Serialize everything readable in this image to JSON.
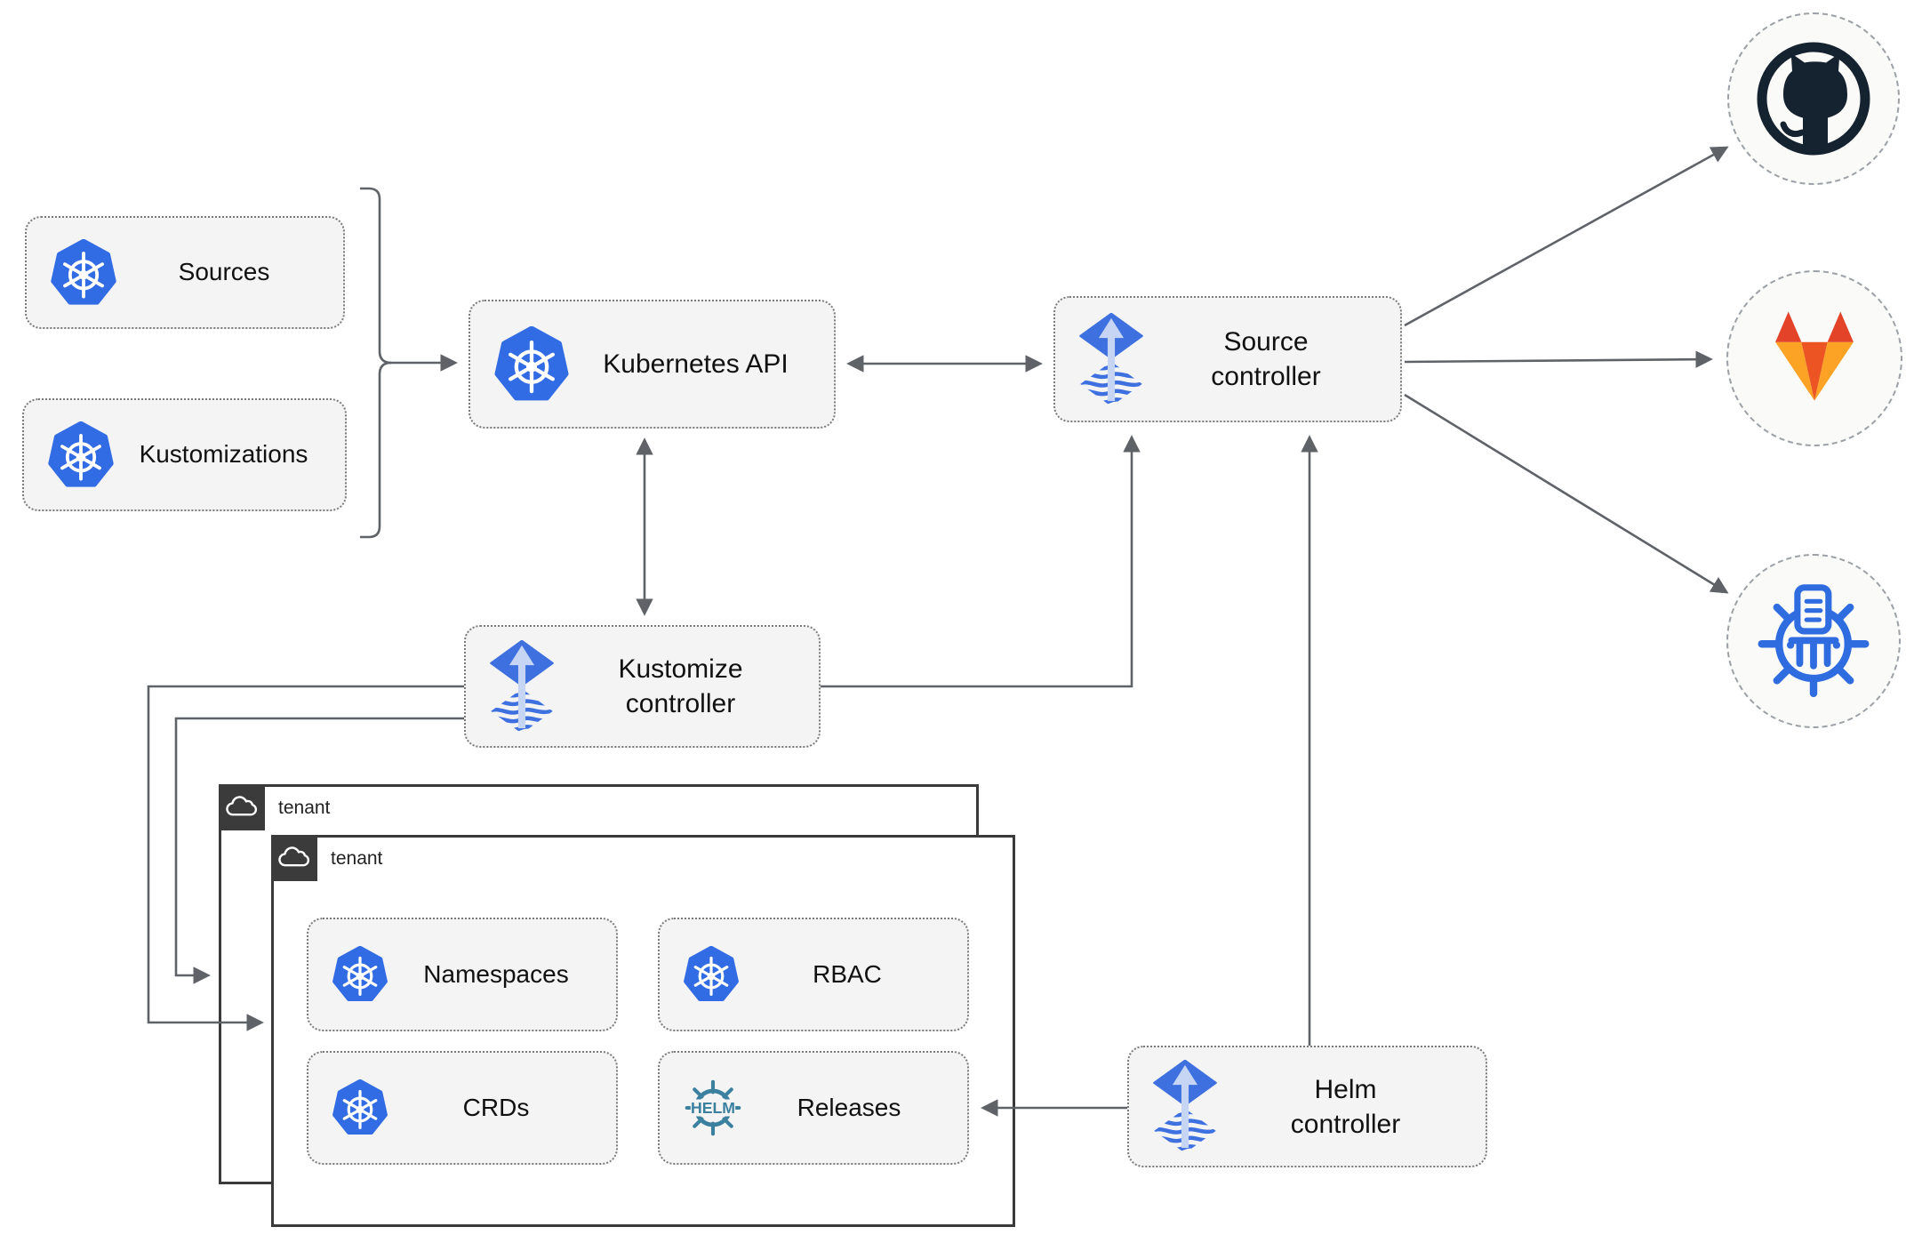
{
  "nodes": {
    "sources": {
      "label": "Sources",
      "icon": "kubernetes-icon"
    },
    "kustomizations": {
      "label": "Kustomizations",
      "icon": "kubernetes-icon"
    },
    "kubernetes_api": {
      "label": "Kubernetes API",
      "icon": "kubernetes-icon"
    },
    "source_controller": {
      "lines": [
        "Source",
        "controller"
      ],
      "icon": "flux-icon"
    },
    "kustomize_controller": {
      "lines": [
        "Kustomize",
        "controller"
      ],
      "icon": "flux-icon"
    },
    "helm_controller": {
      "lines": [
        "Helm",
        "controller"
      ],
      "icon": "flux-icon"
    },
    "namespaces": {
      "label": "Namespaces",
      "icon": "kubernetes-icon"
    },
    "rbac": {
      "label": "RBAC",
      "icon": "kubernetes-icon"
    },
    "crds": {
      "label": "CRDs",
      "icon": "kubernetes-icon"
    },
    "releases": {
      "label": "Releases",
      "icon": "helm-icon"
    }
  },
  "tenants": {
    "back": {
      "label": "tenant",
      "icon": "cloud-icon"
    },
    "front": {
      "label": "tenant",
      "icon": "cloud-icon"
    }
  },
  "endpoints": {
    "github": {
      "icon": "github-icon"
    },
    "gitlab": {
      "icon": "gitlab-icon"
    },
    "chartmuseum": {
      "icon": "chartmuseum-icon"
    }
  },
  "icons": {
    "helm_text": "HELM"
  },
  "connectors": [
    {
      "from": "sources+kustomizations",
      "to": "kubernetes_api",
      "style": "bracket-arrow"
    },
    {
      "from": "kubernetes_api",
      "to": "source_controller",
      "style": "double-arrow"
    },
    {
      "from": "kubernetes_api",
      "to": "kustomize_controller",
      "style": "double-arrow"
    },
    {
      "from": "kustomize_controller",
      "to": "source_controller",
      "style": "arrow"
    },
    {
      "from": "helm_controller",
      "to": "source_controller",
      "style": "arrow"
    },
    {
      "from": "helm_controller",
      "to": "releases",
      "style": "arrow"
    },
    {
      "from": "kustomize_controller",
      "to": "tenant_front",
      "style": "arrow"
    },
    {
      "from": "kustomize_controller",
      "to": "tenant_back",
      "style": "arrow"
    },
    {
      "from": "source_controller",
      "to": "github",
      "style": "arrow"
    },
    {
      "from": "source_controller",
      "to": "gitlab",
      "style": "arrow"
    },
    {
      "from": "source_controller",
      "to": "chartmuseum",
      "style": "arrow"
    }
  ],
  "colors": {
    "kubernetes_blue": "#326ce5",
    "flux_blue": "#3e70e0",
    "flux_arrow_light": "#c6d5f3",
    "helm_teal": "#3c80a0",
    "github_dark": "#15222f",
    "gitlab_red": "#e24329",
    "gitlab_orange": "#ec5424",
    "gitlab_light_orange": "#fca326",
    "chartmuseum_blue": "#2f6ce0",
    "arrow_gray": "#5f6368",
    "node_fill": "#f4f4f5",
    "node_border": "#7a7a7a",
    "tenant_border": "#3a3a3a",
    "tenant_tab": "#3b3b3b",
    "circle_fill": "#fafaf8"
  }
}
